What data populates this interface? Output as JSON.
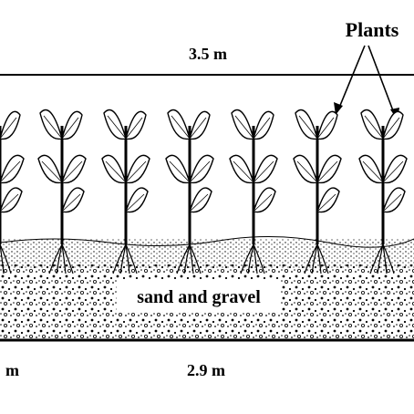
{
  "diagram": {
    "labels": {
      "plants": "Plants",
      "top_width": "3.5 m",
      "medium": "sand and gravel",
      "bottom_width": "2.9 m",
      "left_partial": "m"
    },
    "plant_count": 7,
    "colors": {
      "ink": "#000000",
      "background": "#ffffff",
      "label_box": "#ffffff"
    }
  }
}
